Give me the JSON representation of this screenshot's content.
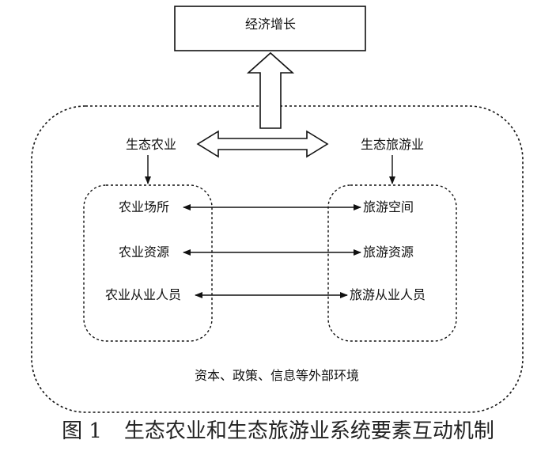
{
  "nodes": {
    "growth": "经济增长",
    "eco_agri": "生态农业",
    "eco_tourism": "生态旅游业",
    "agri_place": "农业场所",
    "agri_resource": "农业资源",
    "agri_staff": "农业从业人员",
    "tour_space": "旅游空间",
    "tour_resource": "旅游资源",
    "tour_staff": "旅游从业人员",
    "environment": "资本、政策、信息等外部环境"
  },
  "caption": {
    "number": "图 1",
    "title": "生态农业和生态旅游业系统要素互动机制"
  }
}
